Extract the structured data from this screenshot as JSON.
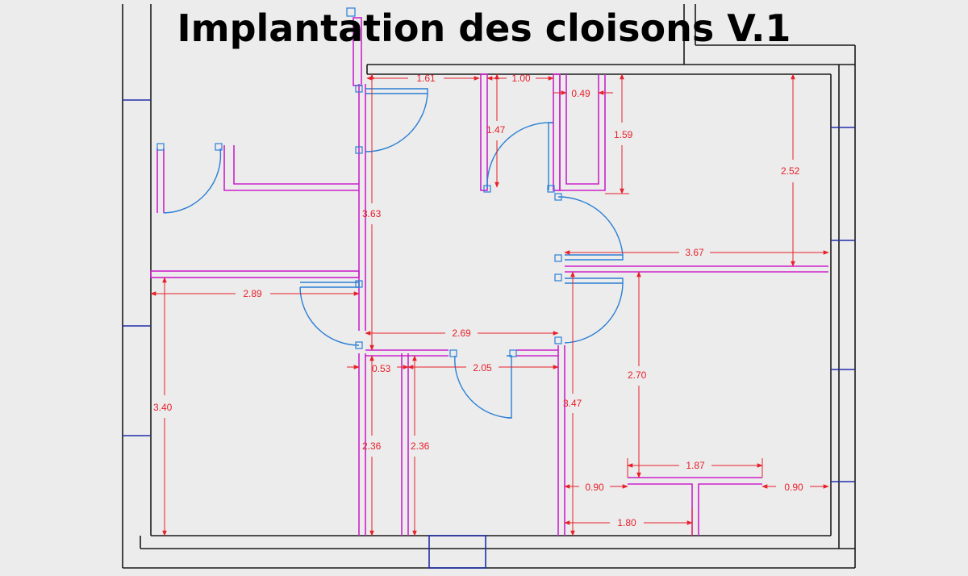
{
  "title": "Implantation des cloisons V.1",
  "colors": {
    "background": "#ececec",
    "structure": "#1a1a1a",
    "partition": "#cc22cc",
    "door": "#2a7fd4",
    "window": "#1f2fa8",
    "dimension": "#e8202a"
  },
  "dimensions": {
    "d161": "1.61",
    "d100": "1.00",
    "d049": "0.49",
    "d147": "1.47",
    "d159": "1.59",
    "d252": "2.52",
    "d363": "3.63",
    "d367": "3.67",
    "d289": "2.89",
    "d269": "2.69",
    "d053": "0.53",
    "d205": "2.05",
    "d340": "3.40",
    "d270": "2.70",
    "d347": "3.47",
    "d236a": "2.36",
    "d236b": "2.36",
    "d187": "1.87",
    "d090a": "0.90",
    "d090b": "0.90",
    "d180": "1.80"
  }
}
